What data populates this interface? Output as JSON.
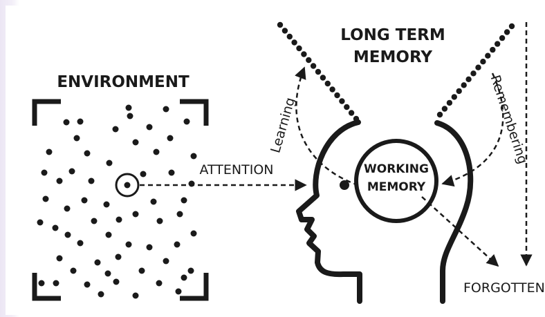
{
  "labels": {
    "environment": "ENVIRONMENT",
    "long_term_memory_line1": "LONG TERM",
    "long_term_memory_line2": "MEMORY",
    "attention": "ATTENTION",
    "working_memory_line1": "WORKING",
    "working_memory_line2": "MEMORY",
    "learning": "Learning",
    "remembering": "Remembering",
    "forgotten": "FORGOTTEN"
  },
  "icons": {
    "head": "head-profile-icon",
    "focus": "focus-target-icon"
  },
  "colors": {
    "ink": "#1a1a1a",
    "background": "#ffffff",
    "edge_tint": "#ece6f4"
  }
}
